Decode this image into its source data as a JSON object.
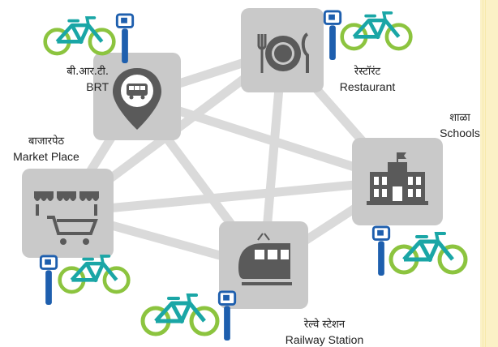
{
  "nodes": {
    "brt": {
      "label_mr": "बी.आर.टी.",
      "label_en": "BRT",
      "icon": "bus-location-pin-icon"
    },
    "restaurant": {
      "label_mr": "रेस्टॉरंट",
      "label_en": "Restaurant",
      "icon": "plate-fork-knife-icon"
    },
    "schools": {
      "label_mr": "शाळा",
      "label_en": "Schools",
      "icon": "school-building-icon"
    },
    "market": {
      "label_mr": "बाजारपेठ",
      "label_en": "Market Place",
      "icon": "shop-cart-icon"
    },
    "railway": {
      "label_mr": "रेल्वे स्टेशन",
      "label_en": "Railway Station",
      "icon": "train-icon"
    }
  },
  "colors": {
    "tile": "#c9c9c9",
    "link": "#dadada",
    "bike_frame": "#1aa6a6",
    "bike_wheel": "#8cc43f",
    "dock": "#1e5fae"
  }
}
